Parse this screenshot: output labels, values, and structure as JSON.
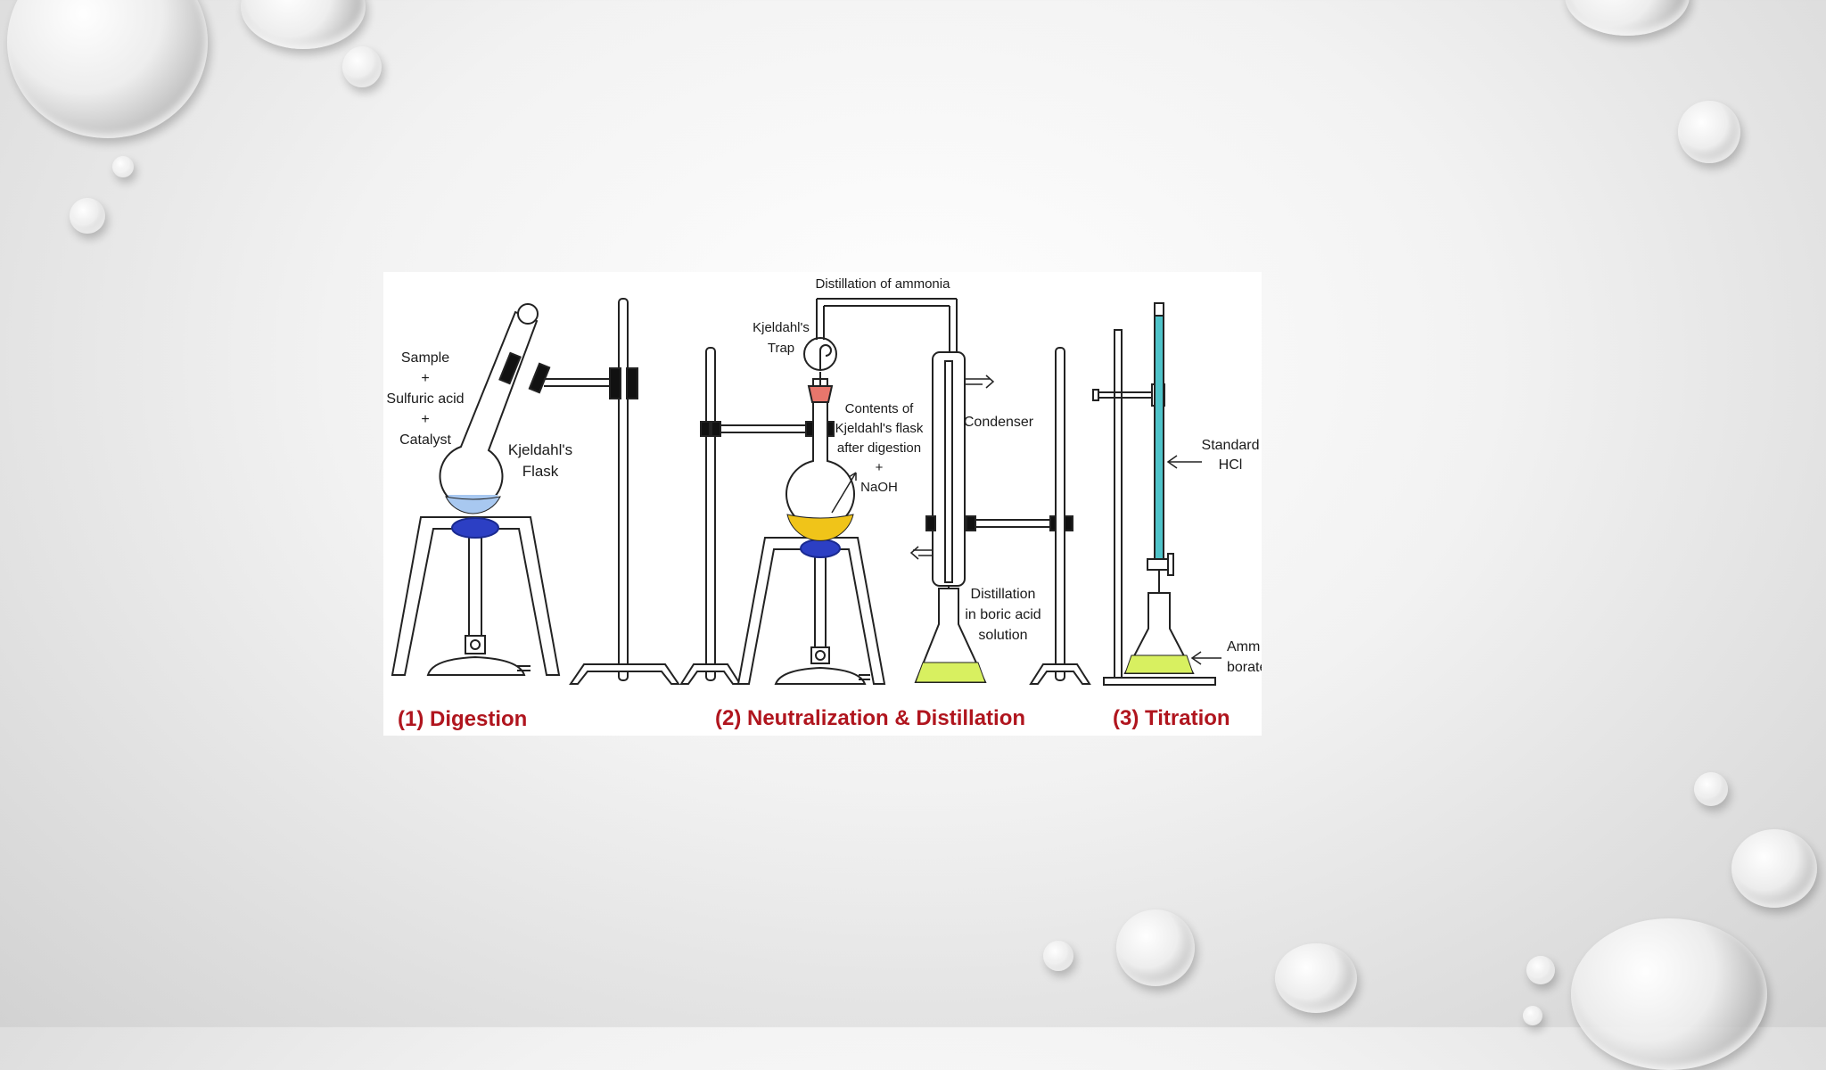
{
  "diagram": {
    "labels": {
      "sample": "Sample",
      "plus1": "+",
      "sulfuric_acid": "Sulfuric acid",
      "plus2": "+",
      "catalyst": "Catalyst",
      "kjeldahl_flask_1": "Kjeldahl's",
      "kjeldahl_flask_2": "Flask",
      "distillation_of_ammonia": "Distillation of ammonia",
      "trap_1": "Kjeldahl's",
      "trap_2": "Trap",
      "contents_1": "Contents of",
      "contents_2": "Kjeldahl's flask",
      "contents_3": "after digestion",
      "contents_4": "+",
      "contents_5": "NaOH",
      "condenser": "Condenser",
      "boric_1": "Distillation",
      "boric_2": "in boric acid",
      "boric_3": "solution",
      "standard_hcl_1": "Standard",
      "standard_hcl_2": "HCl",
      "ammonium_1": "Amm",
      "ammonium_2": "borate"
    },
    "captions": {
      "step1": "(1) Digestion",
      "step2": "(2) Neutralization & Distillation",
      "step3": "(3) Titration"
    },
    "colors": {
      "caption": "#b0151e",
      "sulfuric_liquid": "#a8c8f0",
      "flame": "#2c3fc4",
      "yellow_liquid": "#f0c419",
      "boric_liquid": "#d8f060",
      "hcl_liquid": "#4fc3c9",
      "trap_stopper": "#e8766c"
    }
  }
}
